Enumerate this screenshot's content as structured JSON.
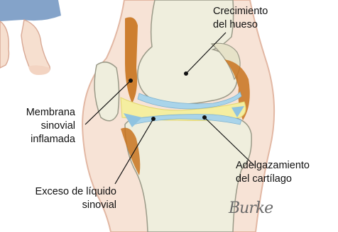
{
  "labels": {
    "bone_growth": [
      "Crecimiento",
      "del hueso"
    ],
    "inflamed_membrane": [
      "Membrana",
      "sinovial",
      "inflamada"
    ],
    "cartilage_thinning": [
      "Adelgazamiento",
      "del cartílago"
    ],
    "excess_fluid": [
      "Exceso de líquido",
      "sinovial"
    ]
  },
  "signature": "Burke",
  "colors": {
    "bone": "#efeedd",
    "bone_outline": "#9a9a88",
    "synovial_membrane": "#c8731e",
    "synovial_fluid": "#f5eea0",
    "cartilage": "#a9d4ea",
    "skin": "#f6dfcf",
    "skin_outline": "#d8a894",
    "shorts": "#6f93c0",
    "leader_line": "#111111"
  }
}
